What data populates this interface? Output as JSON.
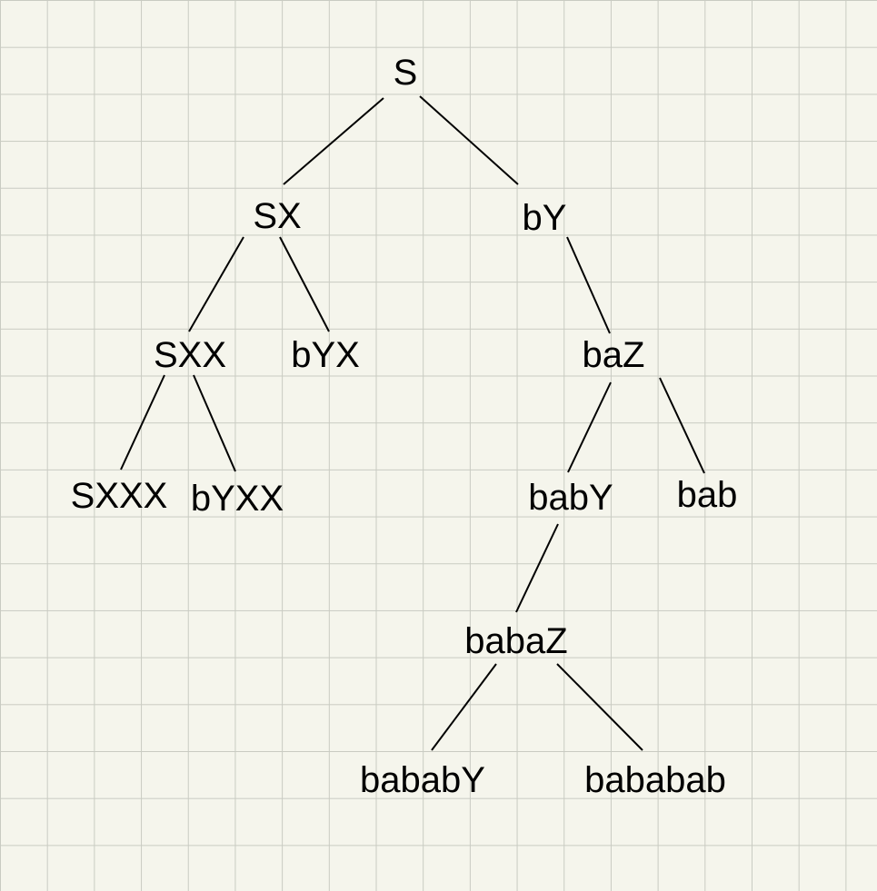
{
  "diagram": {
    "type": "tree",
    "nodes": [
      {
        "id": "n0",
        "label": "S"
      },
      {
        "id": "n1",
        "label": "SX"
      },
      {
        "id": "n2",
        "label": "bY"
      },
      {
        "id": "n3",
        "label": "SXX"
      },
      {
        "id": "n4",
        "label": "bYX"
      },
      {
        "id": "n5",
        "label": "baZ"
      },
      {
        "id": "n6",
        "label": "SXXX"
      },
      {
        "id": "n7",
        "label": "bYXX"
      },
      {
        "id": "n8",
        "label": "babY"
      },
      {
        "id": "n9",
        "label": "bab"
      },
      {
        "id": "n10",
        "label": "babaZ"
      },
      {
        "id": "n11",
        "label": "bababY"
      },
      {
        "id": "n12",
        "label": "bababab"
      }
    ],
    "edges": [
      {
        "from": "n0",
        "to": "n1"
      },
      {
        "from": "n0",
        "to": "n2"
      },
      {
        "from": "n1",
        "to": "n3"
      },
      {
        "from": "n1",
        "to": "n4"
      },
      {
        "from": "n2",
        "to": "n5"
      },
      {
        "from": "n3",
        "to": "n6"
      },
      {
        "from": "n3",
        "to": "n7"
      },
      {
        "from": "n5",
        "to": "n8"
      },
      {
        "from": "n5",
        "to": "n9"
      },
      {
        "from": "n8",
        "to": "n10"
      },
      {
        "from": "n10",
        "to": "n11"
      },
      {
        "from": "n10",
        "to": "n12"
      }
    ],
    "colors": {
      "background": "#f5f5ec",
      "grid": "#c9cbc2",
      "line": "#000000",
      "text": "#000000"
    }
  }
}
